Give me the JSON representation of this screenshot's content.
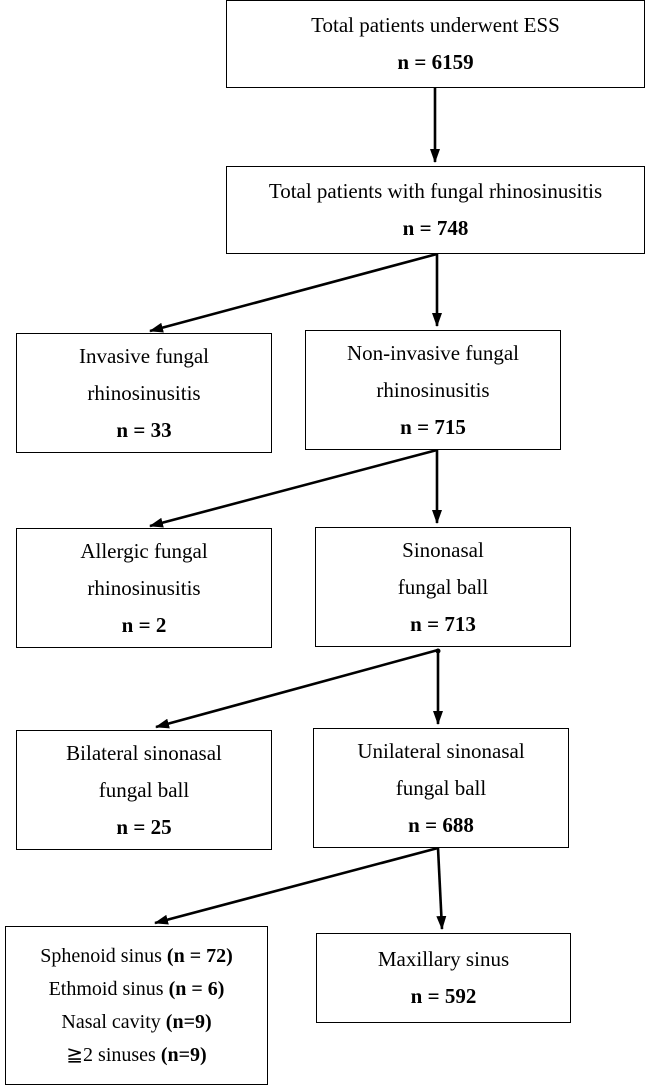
{
  "boxes": {
    "total_ess": {
      "label": "Total patients underwent ESS",
      "n": "n = 6159"
    },
    "fungal": {
      "label": "Total patients with fungal rhinosinusitis",
      "n": "n = 748"
    },
    "invasive": {
      "line1": "Invasive fungal",
      "line2": "rhinosinusitis",
      "n": "n = 33"
    },
    "noninvasive": {
      "line1": "Non-invasive fungal",
      "line2": "rhinosinusitis",
      "n": "n = 715"
    },
    "allergic": {
      "line1": "Allergic fungal",
      "line2": "rhinosinusitis",
      "n": "n = 2"
    },
    "fungal_ball": {
      "line1": "Sinonasal",
      "line2": "fungal ball",
      "n": "n = 713"
    },
    "bilateral": {
      "line1": "Bilateral sinonasal",
      "line2": "fungal ball",
      "n": "n = 25"
    },
    "unilateral": {
      "line1": "Unilateral sinonasal",
      "line2": "fungal ball",
      "n": "n = 688"
    },
    "sites": {
      "sphenoid": {
        "label": "Sphenoid sinus",
        "n": "(n = 72)"
      },
      "ethmoid": {
        "label": "Ethmoid sinus",
        "n": "(n = 6)"
      },
      "nasal": {
        "label": "Nasal cavity",
        "n": "(n=9)"
      },
      "multi": {
        "label": "≧2 sinuses",
        "n": "(n=9)"
      }
    },
    "maxillary": {
      "label": "Maxillary sinus",
      "n": "n = 592"
    }
  }
}
